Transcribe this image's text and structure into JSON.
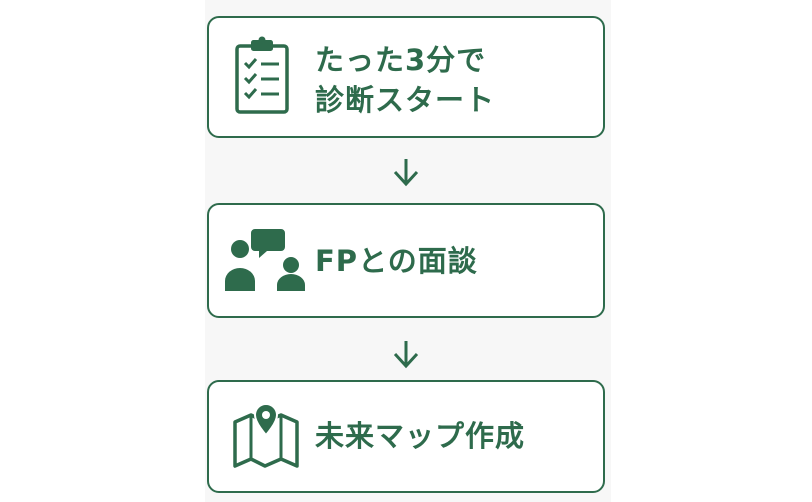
{
  "steps": [
    {
      "line1": "たった3分で",
      "line2": "診断スタート",
      "icon": "clipboard-checklist-icon"
    },
    {
      "line1": "FPとの面談",
      "icon": "consultation-people-icon"
    },
    {
      "line1": "未来マップ作成",
      "icon": "map-pin-icon"
    }
  ],
  "colors": {
    "accent": "#2e6b4c",
    "panel": "#f7f7f7",
    "background": "#ffffff"
  }
}
